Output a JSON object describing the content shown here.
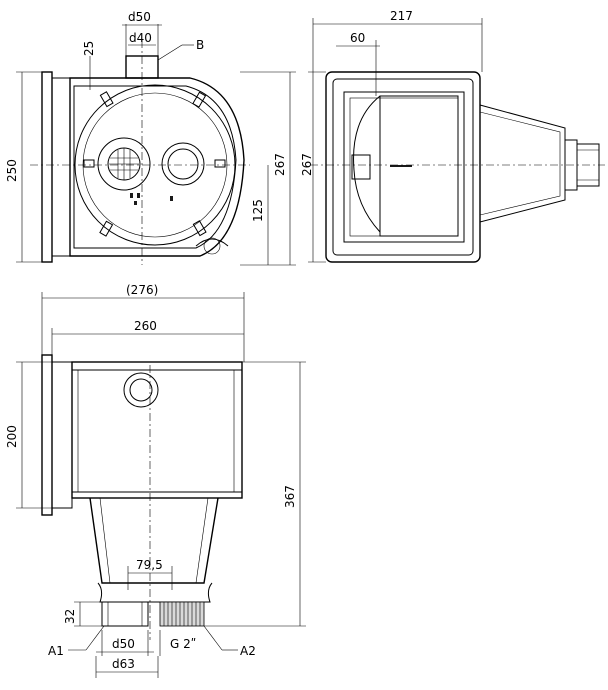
{
  "labels": {
    "d50_top": "d50",
    "d40": "d40",
    "B": "B",
    "dim_25": "25",
    "dim_250": "250",
    "dim_267_left": "267",
    "dim_125": "125",
    "dim_217": "217",
    "dim_60": "60",
    "dim_267_right": "267",
    "dim_276": "(276)",
    "dim_260": "260",
    "dim_200": "200",
    "dim_367": "367",
    "dim_79_5": "79,5",
    "dim_32": "32",
    "A1": "A1",
    "d50_bottom": "d50",
    "G2": "G  2ʺ",
    "A2": "A2",
    "d63": "d63"
  }
}
